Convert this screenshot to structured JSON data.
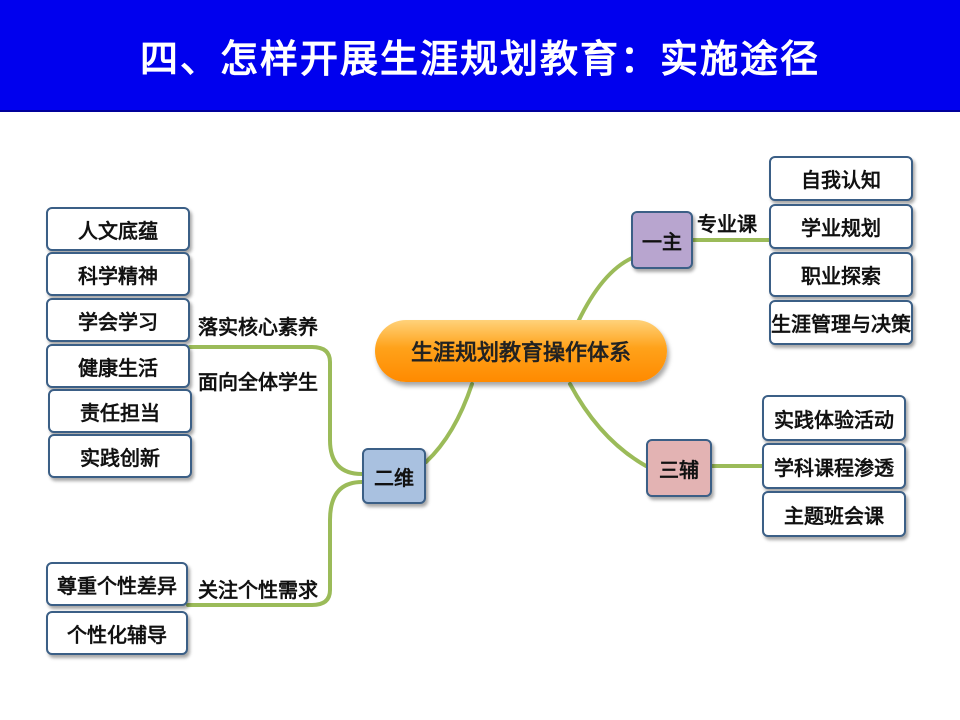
{
  "title": "四、怎样开展生涯规划教育：实施途径",
  "center": "生涯规划教育操作体系",
  "hubs": {
    "yizhu": {
      "label": "一主",
      "color": "#b8a5cf"
    },
    "erwei": {
      "label": "二维",
      "color": "#a9c1e0"
    },
    "sanfu": {
      "label": "三辅",
      "color": "#e3b3b3"
    }
  },
  "branch_labels": {
    "zhuanye": "专业课",
    "luoshi": "落实核心素养",
    "mianxiang": "面向全体学生",
    "guanzhu": "关注个性需求"
  },
  "yizhu_items": [
    "自我认知",
    "学业规划",
    "职业探索",
    "生涯管理与决策"
  ],
  "sanfu_items": [
    "实践体验活动",
    "学科课程渗透",
    "主题班会课"
  ],
  "core_items": [
    "人文底蕴",
    "科学精神",
    "学会学习",
    "健康生活",
    "责任担当",
    "实践创新"
  ],
  "personal_items": [
    "尊重个性差异",
    "个性化辅导"
  ],
  "colors": {
    "title_bg": "#0000ee",
    "connector": "#9bbb59",
    "box_border": "#3b5f86"
  }
}
